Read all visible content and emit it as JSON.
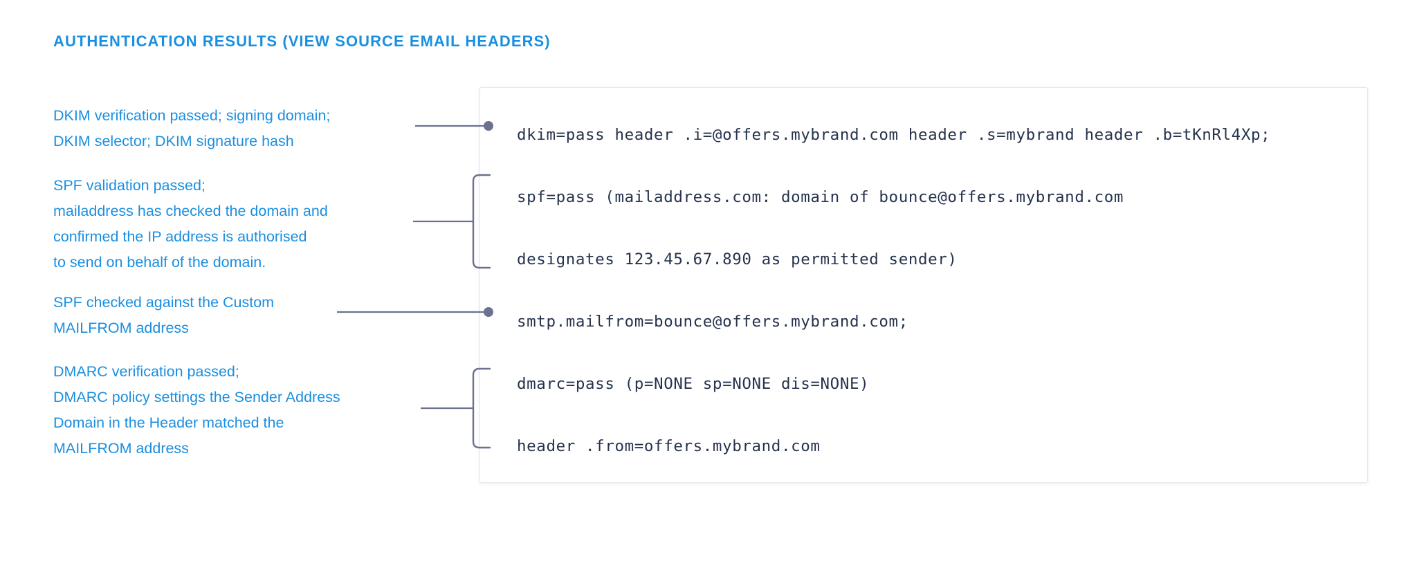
{
  "heading": {
    "title": "AUTHENTICATION RESULTS (VIEW SOURCE EMAIL HEADERS)",
    "color": "#1a8fe0"
  },
  "colors": {
    "accent_blue": "#1a8fe0",
    "code_text": "#26334d",
    "connector": "#6b7190",
    "panel_border": "#e7e8ef",
    "background": "#ffffff"
  },
  "annotations": [
    {
      "id": "dkim",
      "connector": "dot",
      "lines": [
        "DKIM verification passed; signing domain;",
        "DKIM selector; DKIM signature hash"
      ]
    },
    {
      "id": "spf",
      "connector": "bracket",
      "lines": [
        "SPF validation passed;",
        "mailaddress has checked the domain and",
        "confirmed the IP address is authorised",
        "to send on behalf of the domain."
      ]
    },
    {
      "id": "smtp-mailfrom",
      "connector": "dot",
      "lines": [
        "SPF checked against the Custom",
        "MAILFROM address"
      ]
    },
    {
      "id": "dmarc",
      "connector": "bracket",
      "lines": [
        "DMARC verification passed;",
        "DMARC policy settings the Sender Address",
        "Domain in the Header matched the",
        "MAILFROM address"
      ]
    }
  ],
  "code_panel": {
    "lines": [
      "dkim=pass header .i=@offers.mybrand.com header .s=mybrand header .b=tKnRl4Xp;",
      "spf=pass (mailaddress.com: domain of bounce@offers.mybrand.com",
      "designates 123.45.67.890 as permitted sender)",
      "smtp.mailfrom=bounce@offers.mybrand.com;",
      "dmarc=pass (p=NONE sp=NONE dis=NONE)",
      "header .from=offers.mybrand.com"
    ]
  }
}
